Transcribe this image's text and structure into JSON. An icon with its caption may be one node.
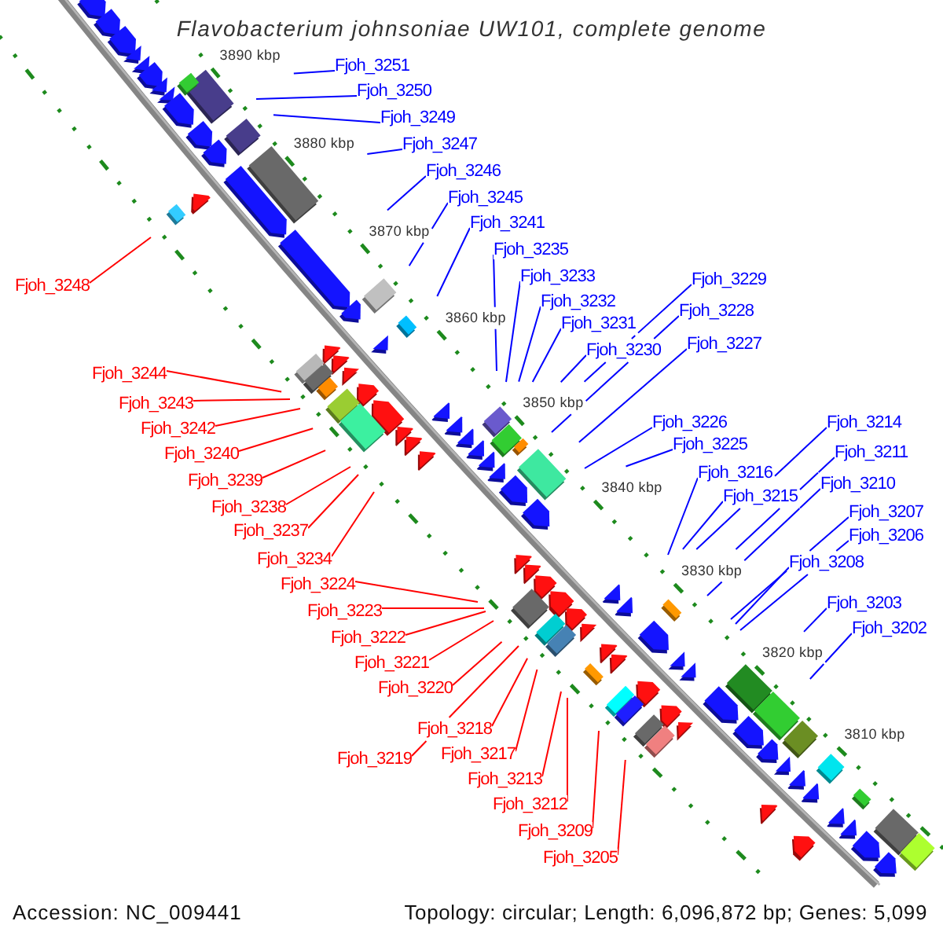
{
  "diagram": {
    "title": "Flavobacterium johnsoniae UW101, complete genome",
    "nodes": [
      {
        "text": [
          "Fjoh_3251"
        ]
      },
      {
        "text": [
          "Fjoh_3250"
        ]
      },
      {
        "text": [
          "Fjoh_3249"
        ]
      },
      {
        "text": [
          "Fjoh_3247"
        ]
      },
      {
        "text": [
          "Fjoh_3246"
        ]
      },
      {
        "text": [
          "Fjoh_3245"
        ]
      },
      {
        "text": [
          "Fjoh_3241"
        ]
      },
      {
        "text": [
          "Fjoh_3235"
        ]
      },
      {
        "text": [
          "Fjoh_3233"
        ]
      },
      {
        "text": [
          "Fjoh_3229"
        ]
      },
      {
        "text": [
          "Fjoh_3232"
        ]
      },
      {
        "text": [
          "Fjoh_3228"
        ]
      },
      {
        "text": [
          "Fjoh_3231"
        ]
      },
      {
        "text": [
          "Fjoh_3227"
        ]
      },
      {
        "text": [
          "Fjoh_3230"
        ]
      },
      {
        "text": [
          "Fjoh_3226"
        ]
      },
      {
        "text": [
          "Fjoh_3214"
        ]
      },
      {
        "text": [
          "Fjoh_3225"
        ]
      },
      {
        "text": [
          "Fjoh_3211"
        ]
      },
      {
        "text": [
          "Fjoh_3216"
        ]
      },
      {
        "text": [
          "Fjoh_3210"
        ]
      },
      {
        "text": [
          "Fjoh_3215"
        ]
      },
      {
        "text": [
          "Fjoh_3207"
        ]
      },
      {
        "text": [
          "Fjoh_3206"
        ]
      },
      {
        "text": [
          "Fjoh_3208"
        ]
      },
      {
        "text": [
          "Fjoh_3203"
        ]
      },
      {
        "text": [
          "Fjoh_3202"
        ]
      },
      {
        "text": [
          "Fjoh_3248"
        ]
      },
      {
        "text": [
          "Fjoh_3244"
        ]
      },
      {
        "text": [
          "Fjoh_3243"
        ]
      },
      {
        "text": [
          "Fjoh_3242"
        ]
      },
      {
        "text": [
          "Fjoh_3240"
        ]
      },
      {
        "text": [
          "Fjoh_3239"
        ]
      },
      {
        "text": [
          "Fjoh_3238"
        ]
      },
      {
        "text": [
          "Fjoh_3237"
        ]
      },
      {
        "text": [
          "Fjoh_3234"
        ]
      },
      {
        "text": [
          "Fjoh_3224"
        ]
      },
      {
        "text": [
          "Fjoh_3223"
        ]
      },
      {
        "text": [
          "Fjoh_3222"
        ]
      },
      {
        "text": [
          "Fjoh_3221"
        ]
      },
      {
        "text": [
          "Fjoh_3220"
        ]
      },
      {
        "text": [
          "Fjoh_3218"
        ]
      },
      {
        "text": [
          "Fjoh_3217"
        ]
      },
      {
        "text": [
          "Fjoh_3219"
        ]
      },
      {
        "text": [
          "Fjoh_3213"
        ]
      },
      {
        "text": [
          "Fjoh_3212"
        ]
      },
      {
        "text": [
          "Fjoh_3209"
        ]
      },
      {
        "text": [
          "Fjoh_3205"
        ]
      }
    ],
    "edges": [
      {
        "from": 0,
        "to": null,
        "arrow": "none"
      },
      {
        "from": 1,
        "to": null,
        "arrow": "none"
      },
      {
        "from": 2,
        "to": null,
        "arrow": "none"
      },
      {
        "from": 3,
        "to": null,
        "arrow": "none"
      },
      {
        "from": 4,
        "to": null,
        "arrow": "none"
      },
      {
        "from": 5,
        "to": null,
        "arrow": "none"
      },
      {
        "from": 6,
        "to": null,
        "arrow": "none"
      },
      {
        "from": 7,
        "to": null,
        "arrow": "none"
      },
      {
        "from": 8,
        "to": null,
        "arrow": "none"
      },
      {
        "from": 9,
        "to": null,
        "arrow": "none"
      },
      {
        "from": 10,
        "to": null,
        "arrow": "none"
      },
      {
        "from": 11,
        "to": null,
        "arrow": "none"
      },
      {
        "from": 12,
        "to": null,
        "arrow": "none"
      },
      {
        "from": 13,
        "to": null,
        "arrow": "none"
      },
      {
        "from": 14,
        "to": null,
        "arrow": "none"
      },
      {
        "from": 15,
        "to": null,
        "arrow": "none"
      },
      {
        "from": 16,
        "to": null,
        "arrow": "none"
      },
      {
        "from": 17,
        "to": null,
        "arrow": "none"
      },
      {
        "from": 18,
        "to": null,
        "arrow": "none"
      },
      {
        "from": 19,
        "to": null,
        "arrow": "none"
      },
      {
        "from": 20,
        "to": null,
        "arrow": "none"
      },
      {
        "from": 21,
        "to": null,
        "arrow": "none"
      },
      {
        "from": 22,
        "to": null,
        "arrow": "none"
      },
      {
        "from": 23,
        "to": null,
        "arrow": "none"
      },
      {
        "from": 24,
        "to": null,
        "arrow": "none"
      },
      {
        "from": 25,
        "to": null,
        "arrow": "none"
      },
      {
        "from": 26,
        "to": null,
        "arrow": "none"
      },
      {
        "from": 27,
        "to": null,
        "arrow": "none",
        "color": "#ff0000"
      },
      {
        "from": 28,
        "to": null,
        "arrow": "none",
        "color": "#ff0000"
      },
      {
        "from": 29,
        "to": null,
        "arrow": "none",
        "color": "#ff0000"
      },
      {
        "from": 30,
        "to": null,
        "arrow": "none",
        "color": "#ff0000"
      },
      {
        "from": 31,
        "to": null,
        "arrow": "none",
        "color": "#ff0000"
      },
      {
        "from": 32,
        "to": null,
        "arrow": "none",
        "color": "#ff0000"
      },
      {
        "from": 33,
        "to": null,
        "arrow": "none",
        "color": "#ff0000"
      },
      {
        "from": 34,
        "to": null,
        "arrow": "none",
        "color": "#ff0000"
      },
      {
        "from": 35,
        "to": null,
        "arrow": "none",
        "color": "#ff0000"
      },
      {
        "from": 36,
        "to": null,
        "arrow": "none",
        "color": "#ff0000"
      },
      {
        "from": 37,
        "to": null,
        "arrow": "none",
        "color": "#ff0000"
      },
      {
        "from": 38,
        "to": null,
        "arrow": "none",
        "color": "#ff0000"
      },
      {
        "from": 39,
        "to": null,
        "arrow": "none",
        "color": "#ff0000"
      },
      {
        "from": 40,
        "to": null,
        "arrow": "none",
        "color": "#ff0000"
      },
      {
        "from": 41,
        "to": null,
        "arrow": "none",
        "color": "#ff0000"
      },
      {
        "from": 42,
        "to": null,
        "arrow": "none",
        "color": "#ff0000"
      },
      {
        "from": 43,
        "to": null,
        "arrow": "none",
        "color": "#ff0000"
      },
      {
        "from": 44,
        "to": null,
        "arrow": "none",
        "color": "#ff0000"
      },
      {
        "from": 45,
        "to": null,
        "arrow": "none",
        "color": "#ff0000"
      },
      {
        "from": 46,
        "to": null,
        "arrow": "none",
        "color": "#ff0000"
      },
      {
        "from": 47,
        "to": null,
        "arrow": "none",
        "color": "#ff0000"
      }
    ],
    "labels": [
      "3890 kbp",
      "3880 kbp",
      "3870 kbp",
      "3860 kbp",
      "3850 kbp",
      "3840 kbp",
      "3830 kbp",
      "3820 kbp",
      "3810 kbp",
      "Accession: NC_009441",
      "Topology: circular; Length: 6,096,872 bp; Genes: 5,099"
    ]
  }
}
